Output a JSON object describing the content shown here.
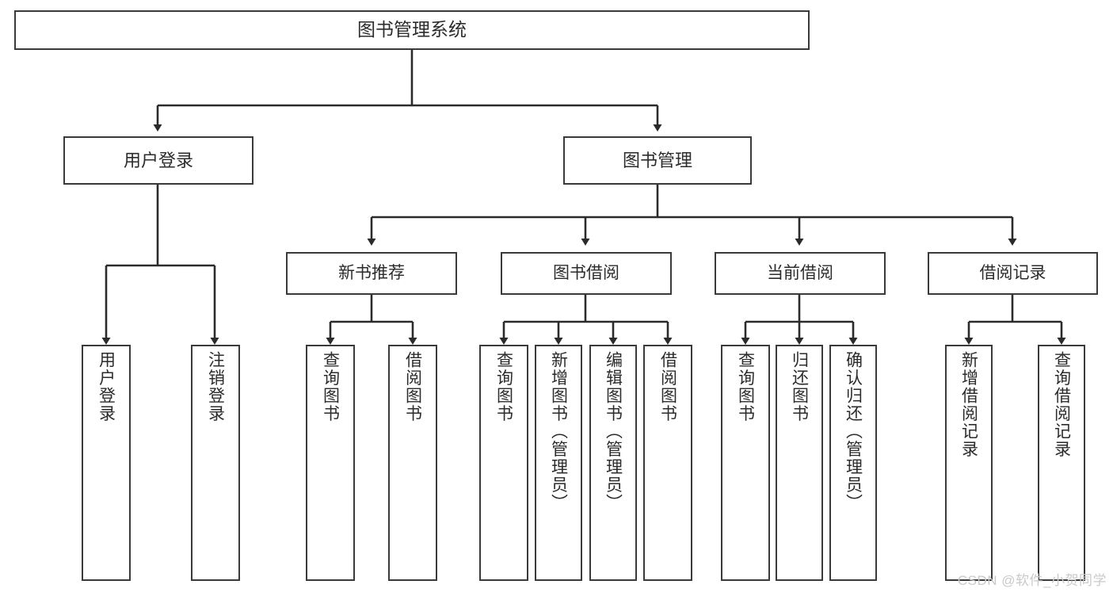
{
  "diagram": {
    "title": "图书管理系统",
    "type": "hierarchy-tree",
    "background_color": "#ffffff",
    "box_border_color": "#3a3a3a",
    "text_color": "#2b2b2b",
    "edge_color": "#2b2b2b"
  },
  "watermark": {
    "text": "CSDN @软件_小贺同学",
    "color": "#c9c9c9"
  },
  "nodes": {
    "root": {
      "label": "图书管理系统"
    },
    "level1": [
      {
        "label": "用户登录"
      },
      {
        "label": "图书管理"
      }
    ],
    "level2": [
      {
        "label": "新书推荐"
      },
      {
        "label": "图书借阅"
      },
      {
        "label": "当前借阅"
      },
      {
        "label": "借阅记录"
      }
    ],
    "leaves": {
      "user_login": [
        {
          "label": "用户登录"
        },
        {
          "label": "注销登录"
        }
      ],
      "new_book": [
        {
          "label": "查询图书"
        },
        {
          "label": "借阅图书"
        }
      ],
      "book_borrow": [
        {
          "label": "查询图书"
        },
        {
          "label": "新增图书（管理员）"
        },
        {
          "label": "编辑图书（管理员）"
        },
        {
          "label": "借阅图书"
        }
      ],
      "current_borrow": [
        {
          "label": "查询图书"
        },
        {
          "label": "归还图书"
        },
        {
          "label": "确认归还（管理员）"
        }
      ],
      "borrow_record": [
        {
          "label": "新增借阅记录"
        },
        {
          "label": "查询借阅记录"
        }
      ]
    }
  }
}
